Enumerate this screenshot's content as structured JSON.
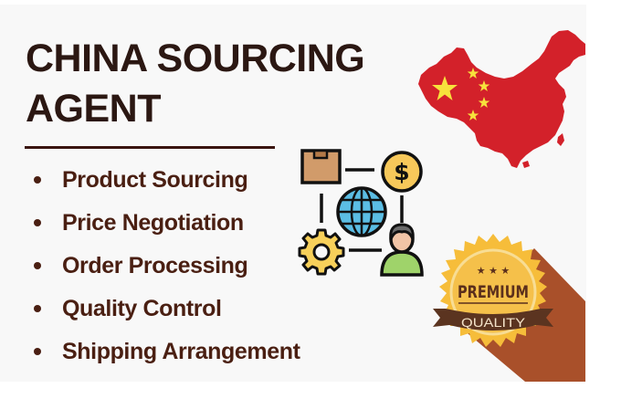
{
  "banner": {
    "title_line1": "CHINA SOURCING",
    "title_line2": "AGENT",
    "services": [
      "Product Sourcing",
      "Price Negotiation",
      "Order Processing",
      "Quality Control",
      "Shipping Arrangement"
    ]
  },
  "badge": {
    "title": "PREMIUM",
    "ribbon": "QUALITY",
    "stars": "★ ★ ★"
  },
  "icons": {
    "map": "china-flag-map-icon",
    "network": [
      "box-icon",
      "dollar-coin-icon",
      "globe-icon",
      "gear-icon",
      "person-icon"
    ],
    "dollar_symbol": "$"
  },
  "colors": {
    "panel_bg": "#f8f8f8",
    "title": "#2b1712",
    "list_text": "#4a1f12",
    "divider": "#3a1410",
    "flag_red": "#d3212a",
    "flag_star": "#f7e23c",
    "badge_gold": "#f6bd3a",
    "badge_shadow": "#a9502a",
    "ribbon": "#5b3420"
  }
}
